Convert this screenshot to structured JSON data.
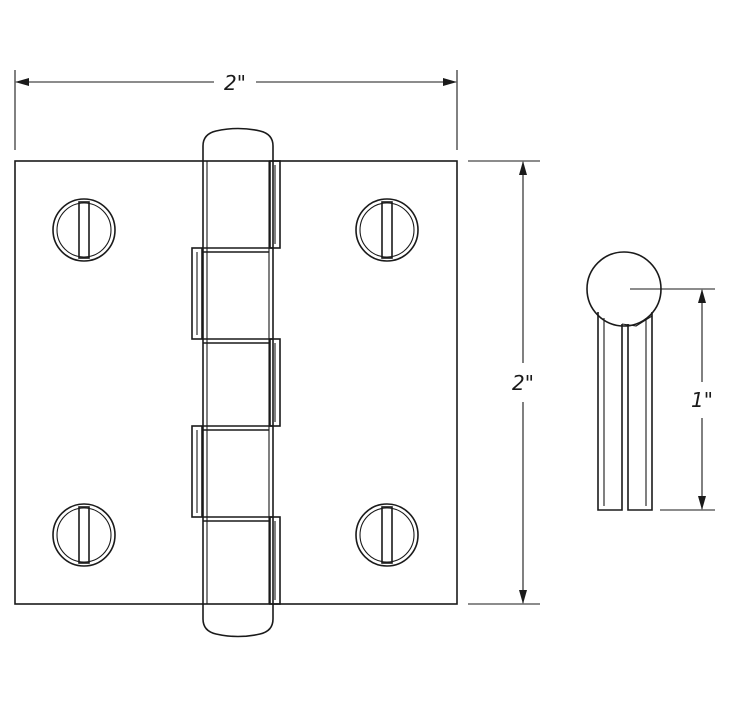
{
  "dimensions": {
    "width_label": "2\"",
    "height_label": "2\"",
    "knuckle_label": "1\""
  },
  "colors": {
    "line": "#1a1a1a",
    "background": "#ffffff"
  }
}
